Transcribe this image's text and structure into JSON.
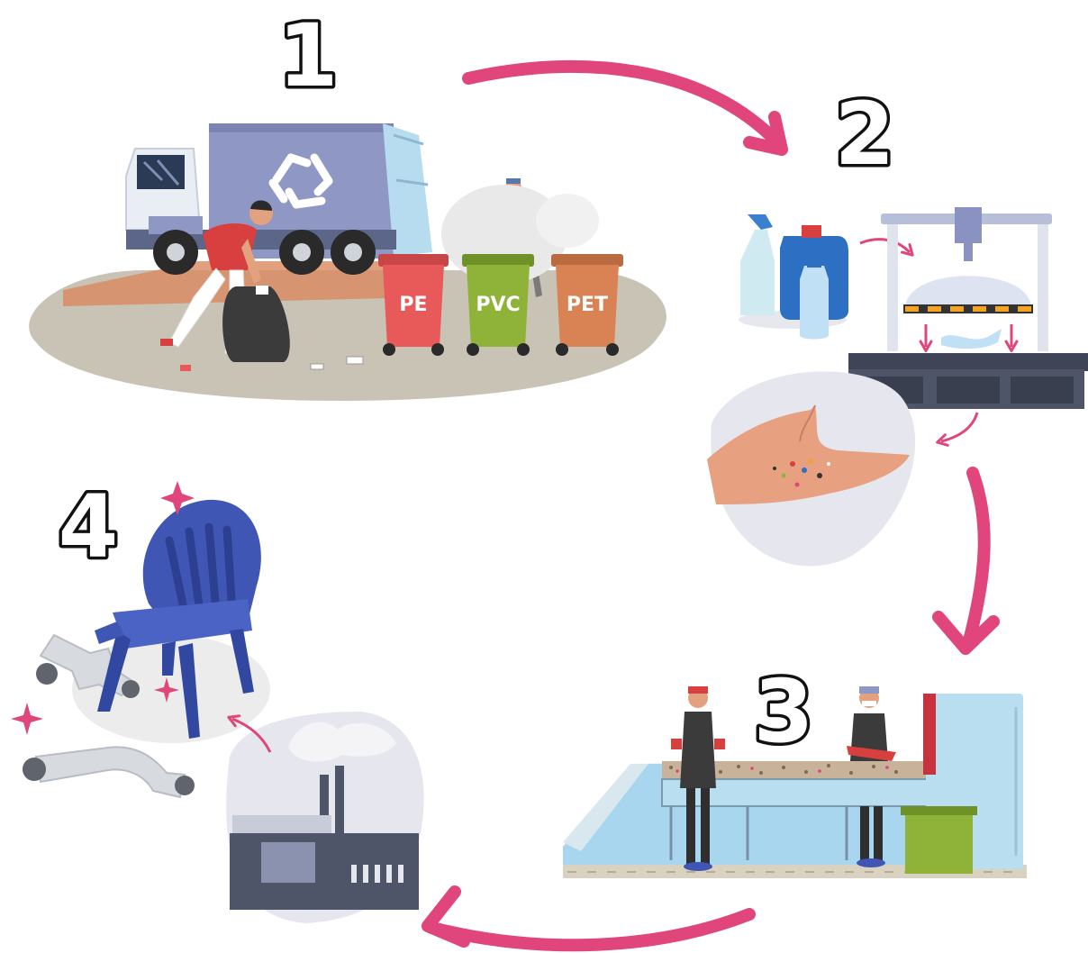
{
  "steps": [
    {
      "number": "1"
    },
    {
      "number": "2"
    },
    {
      "number": "3"
    },
    {
      "number": "4"
    }
  ],
  "bins": [
    {
      "label": "PE",
      "color": "#e8595a"
    },
    {
      "label": "PVC",
      "color": "#8fb339"
    },
    {
      "label": "PET",
      "color": "#d98355"
    }
  ],
  "colors": {
    "arrow": "#e0457b",
    "truck": "#8f97c4",
    "ground": "#c9c3b6",
    "chair": "#3f56b4",
    "conveyor": "#b9def0"
  },
  "icons": [
    "recycle-icon",
    "sparkle-icon"
  ]
}
